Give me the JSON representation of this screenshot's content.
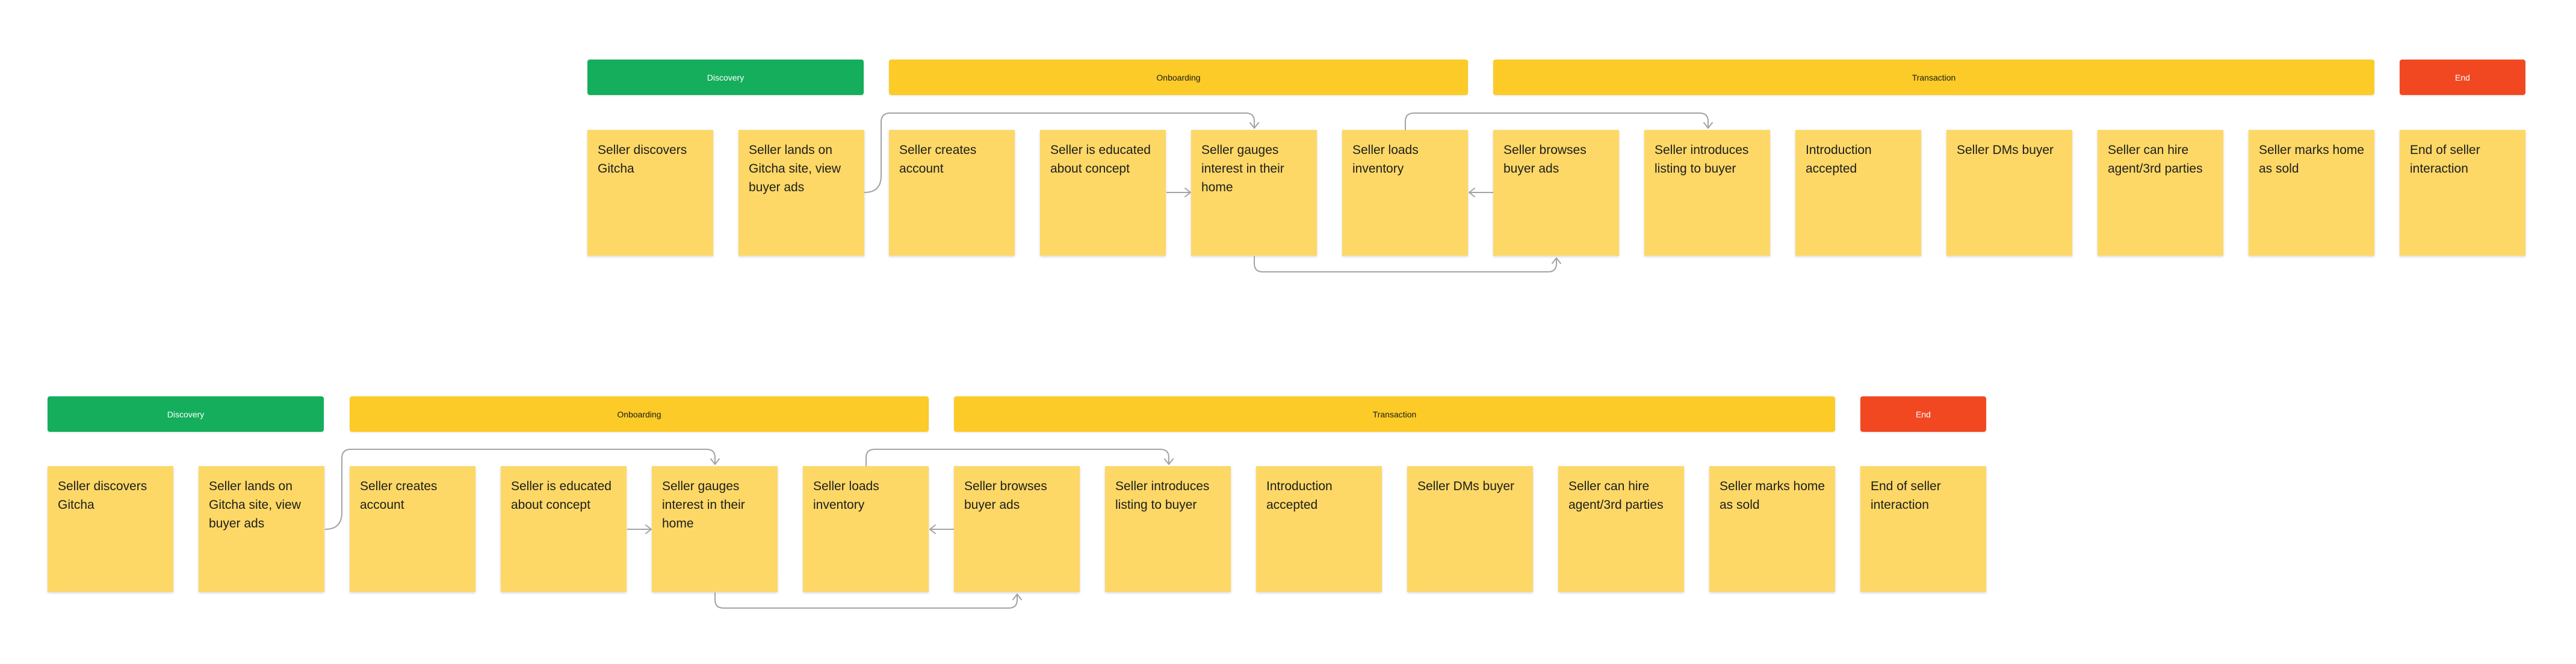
{
  "colors": {
    "discovery": "#14ae5c",
    "onboarding": "#fccb27",
    "transaction": "#fccb27",
    "end": "#f24822",
    "sticky": "#fdd866",
    "connector": "#a3a3a3"
  },
  "journeys": [
    {
      "phases": [
        {
          "label": "Discovery",
          "color": "green"
        },
        {
          "label": "Onboarding",
          "color": "yellow"
        },
        {
          "label": "Transaction",
          "color": "yellow"
        },
        {
          "label": "End",
          "color": "red"
        }
      ],
      "notes": [
        "Seller discovers Gitcha",
        "Seller lands on Gitcha site, view buyer ads",
        "Seller creates account",
        "Seller is educated about concept",
        "Seller gauges interest in their home",
        "Seller loads inventory",
        "Seller browses buyer ads",
        "Seller introduces listing to buyer",
        "Introduction accepted",
        "Seller DMs buyer",
        "Seller can hire agent/3rd parties",
        "Seller marks home as sold",
        "End of seller interaction"
      ]
    },
    {
      "phases": [
        {
          "label": "Discovery",
          "color": "green"
        },
        {
          "label": "Onboarding",
          "color": "yellow"
        },
        {
          "label": "Transaction",
          "color": "yellow"
        },
        {
          "label": "End",
          "color": "red"
        }
      ],
      "notes": [
        "Seller discovers Gitcha",
        "Seller lands on Gitcha site, view buyer ads",
        "Seller creates account",
        "Seller is educated about concept",
        "Seller gauges interest in their home",
        "Seller loads inventory",
        "Seller browses buyer ads",
        "Seller introduces listing to buyer",
        "Introduction accepted",
        "Seller DMs buyer",
        "Seller can hire agent/3rd parties",
        "Seller marks home as sold",
        "End of seller interaction"
      ]
    }
  ]
}
